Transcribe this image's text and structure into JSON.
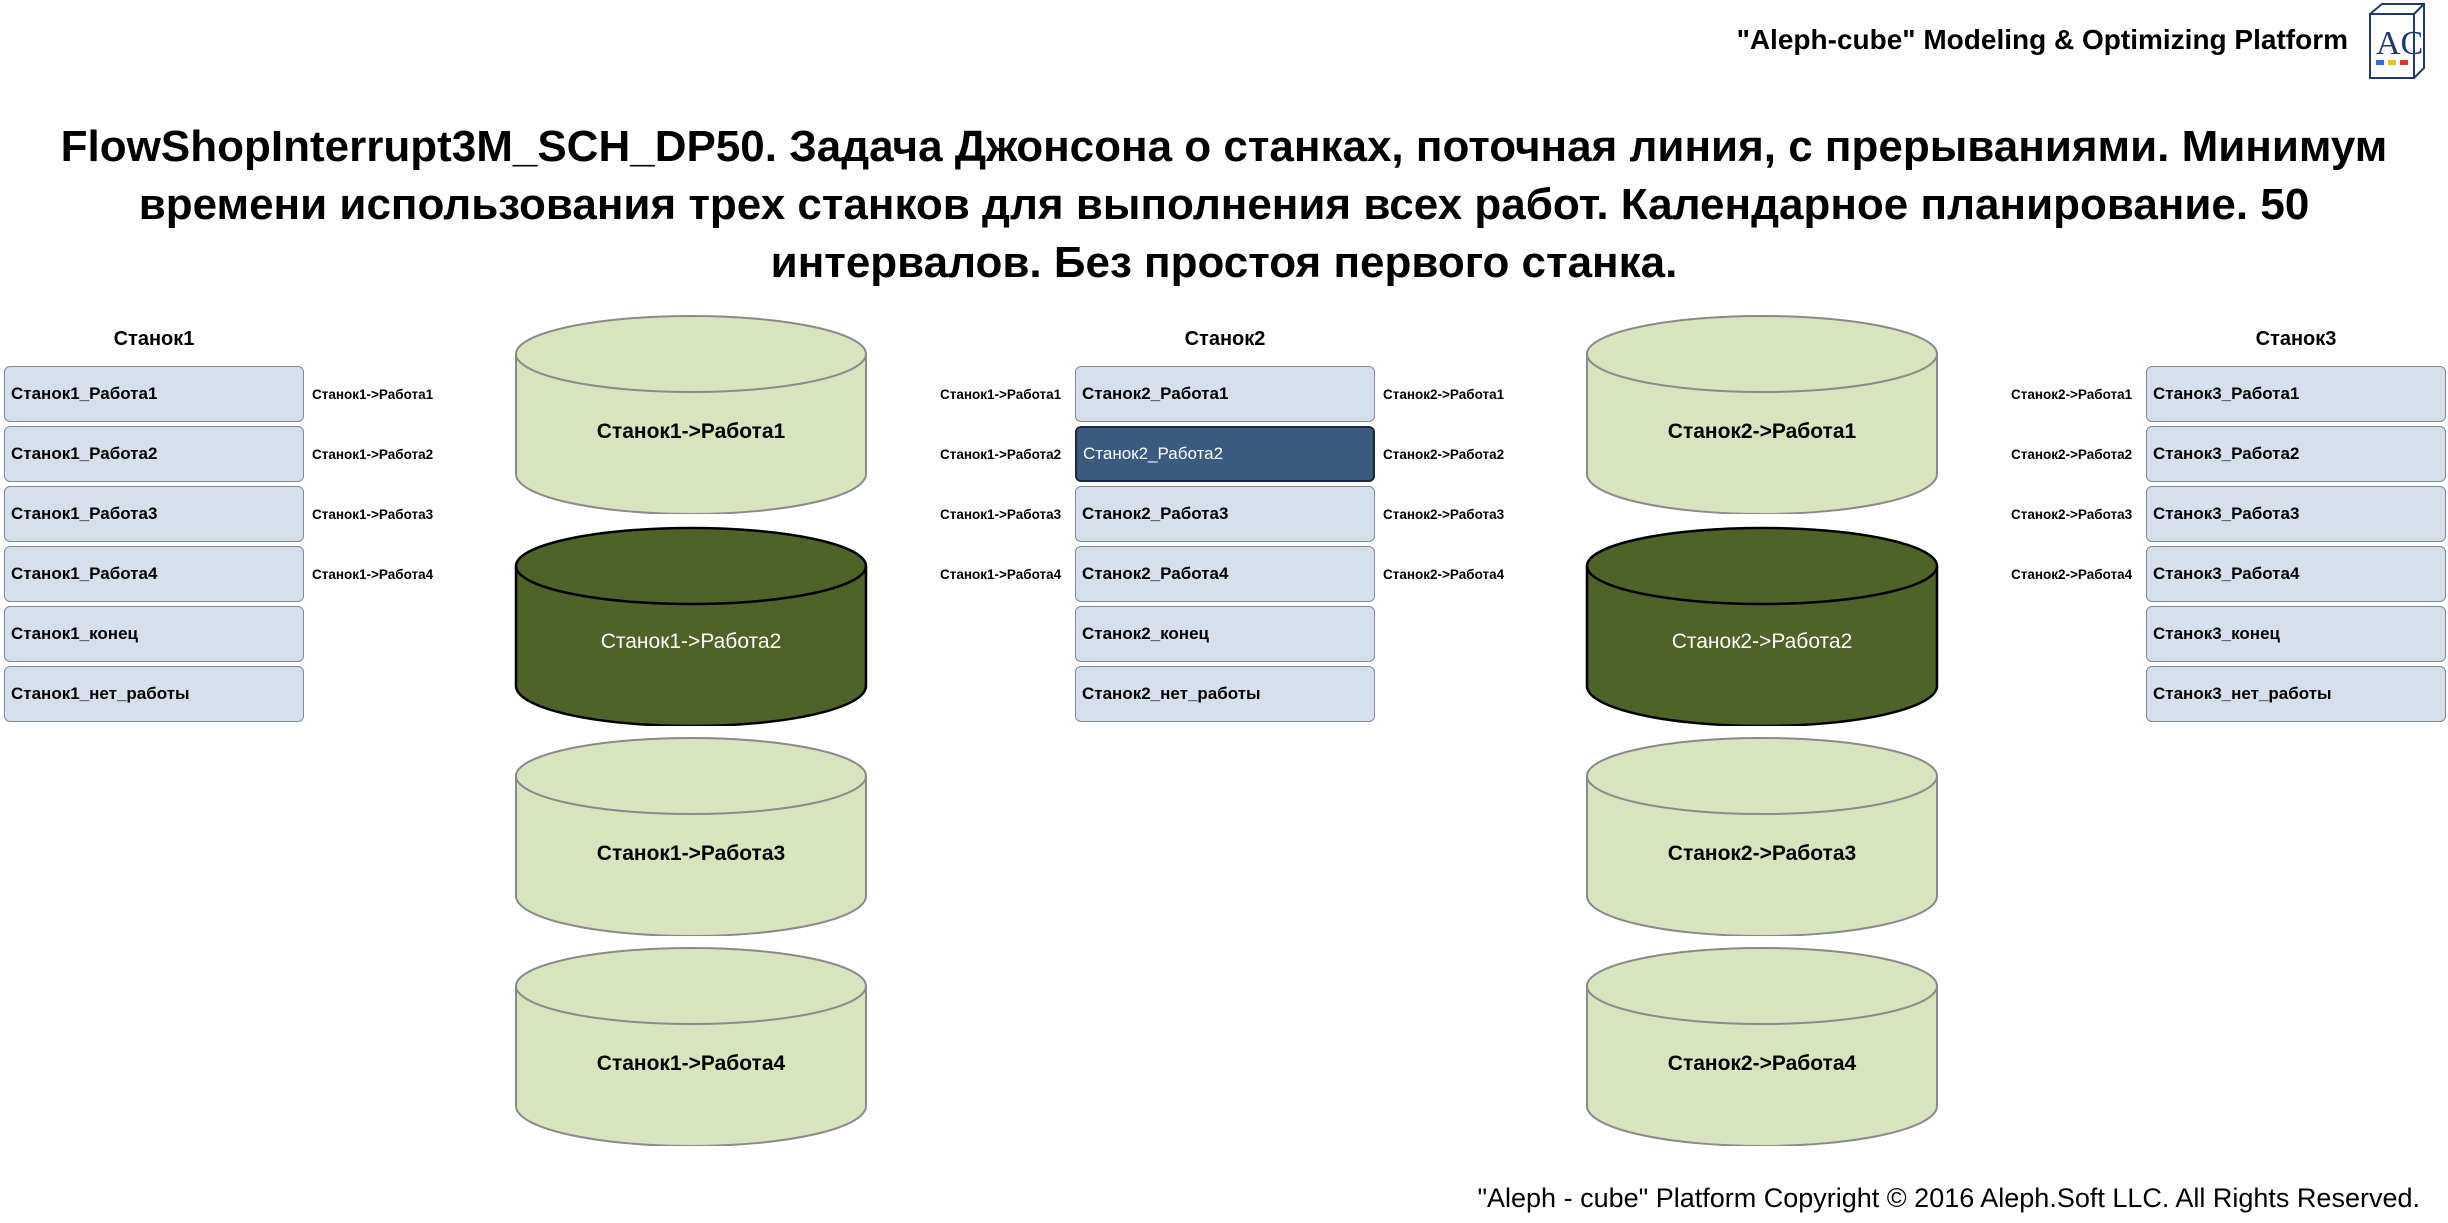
{
  "header": {
    "platform": "\"Aleph-cube\" Modeling & Optimizing Platform",
    "logo_letters": "AC"
  },
  "title_lines": [
    "FlowShopInterrupt3M_SCH_DP50. Задача Джонсона о станках, поточная линия, с прерываниями. Минимум",
    "времени использования трех станков для выполнения всех работ. Календарное планирование. 50",
    "интервалов. Без простоя первого станка."
  ],
  "machines": [
    {
      "title": "Станок1",
      "states": [
        "Станок1_Работа1",
        "Станок1_Работа2",
        "Станок1_Работа3",
        "Станок1_Работа4",
        "Станок1_конец",
        "Станок1_нет_работы"
      ],
      "inputs": [],
      "outputs": [
        "Станок1->Работа1",
        "Станок1->Работа2",
        "Станок1->Работа3",
        "Станок1->Работа4"
      ],
      "selected_state": -1
    },
    {
      "title": "Станок2",
      "states": [
        "Станок2_Работа1",
        "Станок2_Работа2",
        "Станок2_Работа3",
        "Станок2_Работа4",
        "Станок2_конец",
        "Станок2_нет_работы"
      ],
      "inputs": [
        "Станок1->Работа1",
        "Станок1->Работа2",
        "Станок1->Работа3",
        "Станок1->Работа4"
      ],
      "outputs": [
        "Станок2->Работа1",
        "Станок2->Работа2",
        "Станок2->Работа3",
        "Станок2->Работа4"
      ],
      "selected_state": 1
    },
    {
      "title": "Станок3",
      "states": [
        "Станок3_Работа1",
        "Станок3_Работа2",
        "Станок3_Работа3",
        "Станок3_Работа4",
        "Станок3_конец",
        "Станок3_нет_работы"
      ],
      "inputs": [
        "Станок2->Работа1",
        "Станок2->Работа2",
        "Станок2->Работа3",
        "Станок2->Работа4"
      ],
      "outputs": [],
      "selected_state": -1
    }
  ],
  "buffers": [
    {
      "items": [
        "Станок1->Работа1",
        "Станок1->Работа2",
        "Станок1->Работа3",
        "Станок1->Работа4"
      ],
      "highlighted": 1
    },
    {
      "items": [
        "Станок2->Работа1",
        "Станок2->Работа2",
        "Станок2->Работа3",
        "Станок2->Работа4"
      ],
      "highlighted": 1
    }
  ],
  "colors": {
    "state_fill": "#d6e0ec",
    "state_selected_fill": "#3a5a80",
    "drum_light": "#d7e4bd",
    "drum_dark": "#4f6228"
  },
  "footer": {
    "copyright": "\"Aleph - cube\" Platform Copyright © 2016 Aleph.Soft LLC. All Rights Reserved."
  }
}
